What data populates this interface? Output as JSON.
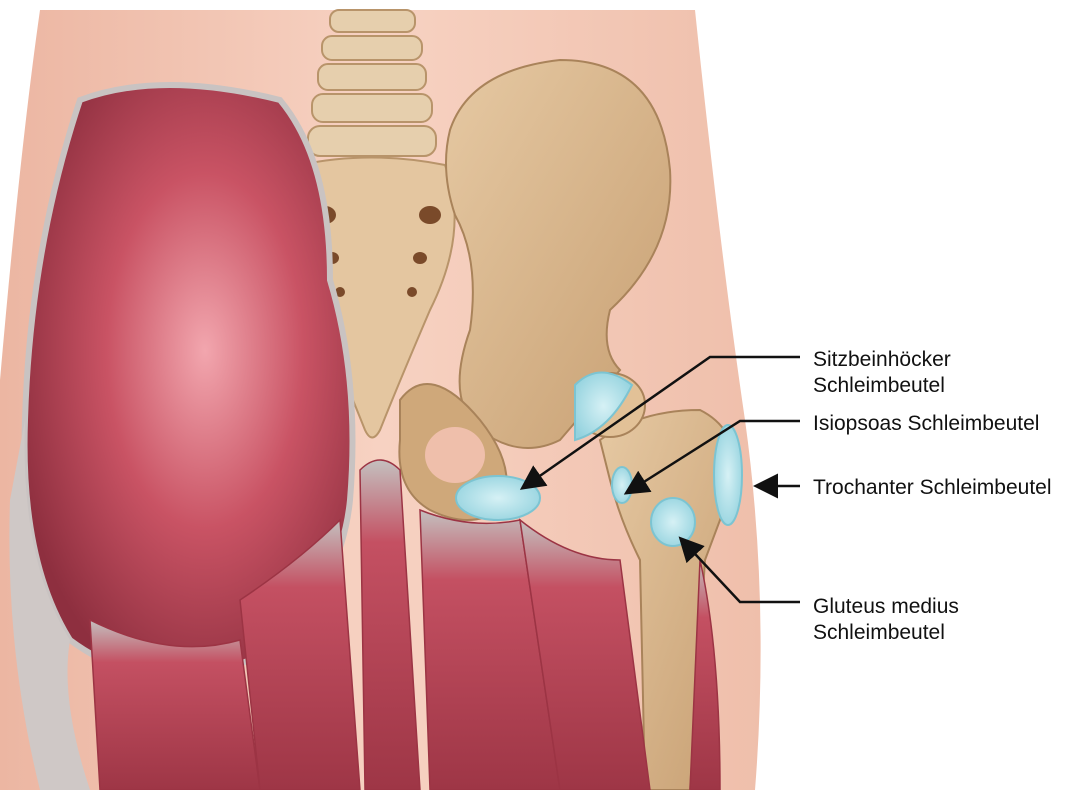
{
  "labels": {
    "sitzbein": {
      "line1": "Sitzbeinhöcker",
      "line2": "Schleimbeutel"
    },
    "iliopsoas": {
      "line1": "Isiopsoas Schleimbeutel"
    },
    "trochanter": {
      "line1": "Trochanter Schleimbeutel"
    },
    "gluteus": {
      "line1": "Gluteus medius",
      "line2": "Schleimbeutel"
    }
  },
  "colors": {
    "skin": "#f3c7b4",
    "muscle": "#b84556",
    "bone": "#d8b48a",
    "bursa": "#a9dde6",
    "arrow": "#111111"
  }
}
